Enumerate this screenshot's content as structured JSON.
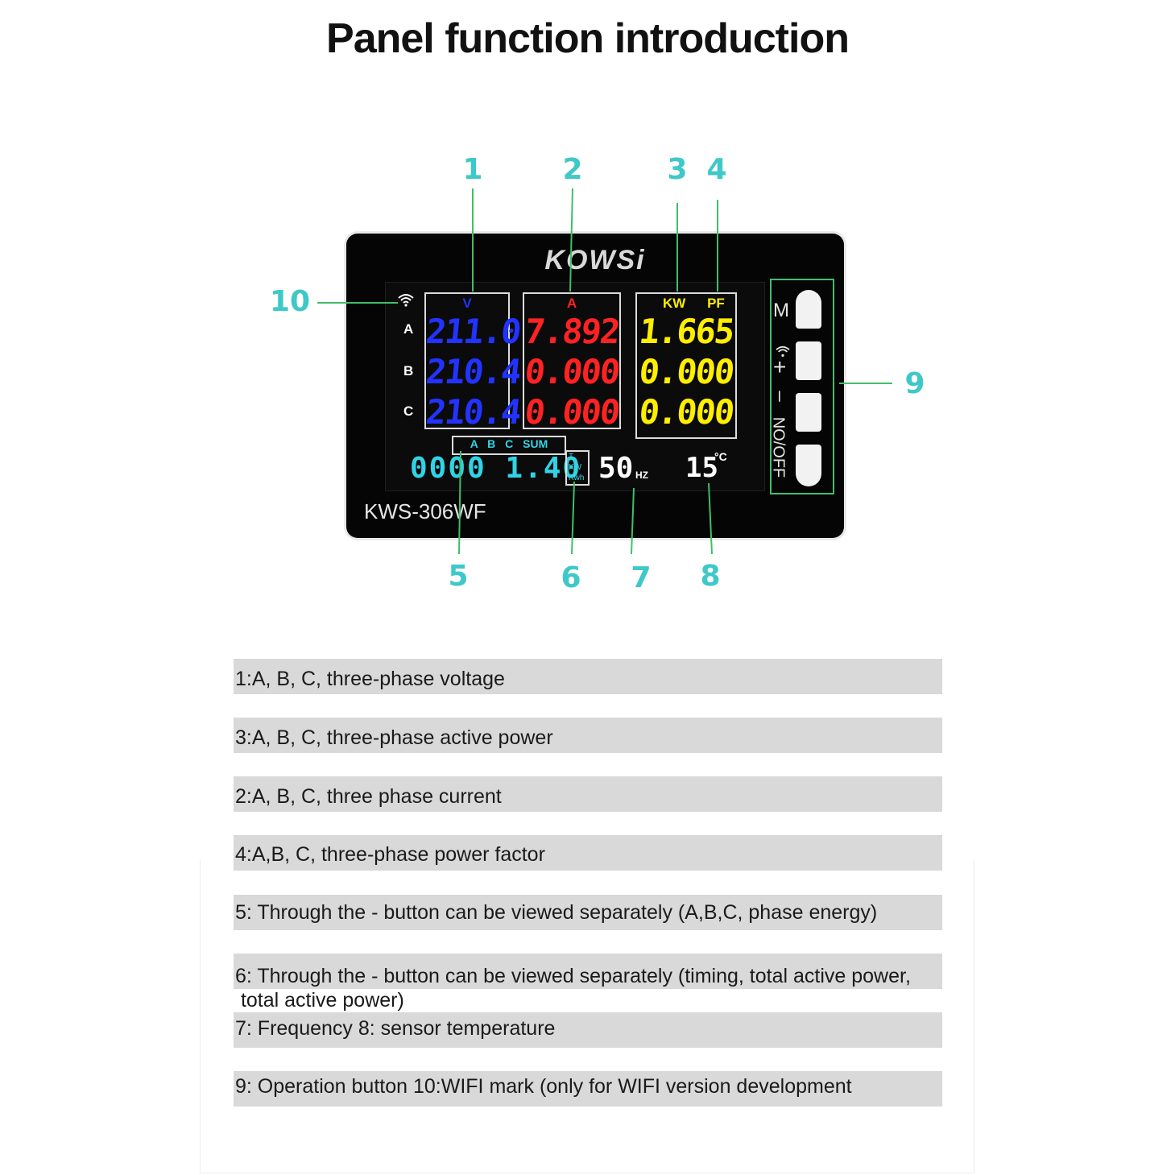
{
  "title": "Panel function introduction",
  "callouts": [
    "1",
    "2",
    "3",
    "4",
    "5",
    "6",
    "7",
    "8",
    "9",
    "10"
  ],
  "device": {
    "brand": "KOWSi",
    "model": "KWS-306WF",
    "phase_labels": [
      "A",
      "B",
      "C"
    ],
    "voltage": {
      "header": "V",
      "values": [
        "211.0",
        "210.4",
        "210.4"
      ],
      "color": "#2233ff"
    },
    "current": {
      "header": "A",
      "values": [
        "7.892",
        "0.000",
        "0.000"
      ],
      "color": "#ff2222"
    },
    "power": {
      "header_kw": "KW",
      "header_pf": "PF",
      "values": [
        "1.665",
        "0.000",
        "0.000"
      ],
      "color": "#ffee00"
    },
    "energy_labels": "A B C SUM",
    "energy_value": "0000 1.40",
    "energy_units": [
      "T",
      "KW",
      "Kwh"
    ],
    "frequency": "50",
    "frequency_unit": "HZ",
    "temperature": "15",
    "temperature_unit": "°C",
    "buttons": {
      "m": "M",
      "plus": "+",
      "minus": "–",
      "onoff": "NO/OFF"
    }
  },
  "descriptions": [
    "1:A, B, C, three-phase voltage",
    "3:A, B, C, three-phase active power",
    "2:A, B, C, three phase current",
    "4:A,B, C, three-phase power factor",
    "5: Through the - button can be viewed separately (A,B,C, phase energy)",
    "6: Through the - button can be viewed separately (timing, total active power,",
    " total active power)",
    "7: Frequency 8: sensor temperature",
    "9: Operation button 10:WIFI mark (only for WIFI version development"
  ]
}
